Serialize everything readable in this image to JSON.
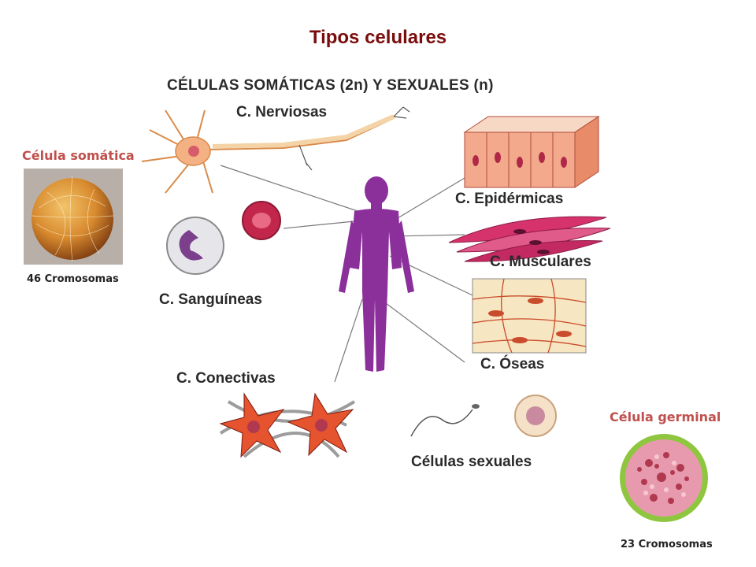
{
  "title": "Tipos celulares",
  "diagram": {
    "heading": "CÉLULAS SOMÁTICAS (2n)  Y SEXUALES  (n)",
    "labels": {
      "nerviosas": "C. Nerviosas",
      "epidermicas": "C. Epidérmicas",
      "musculares": "C. Musculares",
      "sanguineas": "C. Sanguíneas",
      "oseas": "C. Óseas",
      "conectivas": "C. Conectivas",
      "sexuales": "Células sexuales"
    }
  },
  "somatic": {
    "title": "Célula somática",
    "chromosomes": "46 Cromosomas"
  },
  "germinal": {
    "title": "Célula germinal",
    "chromosomes": "23 Cromosomas"
  },
  "colors": {
    "title": "#7a0c0c",
    "side_titles": "#c0504d",
    "human_figure": "#8b2f9b",
    "muscle": "#d6336c",
    "nerve": "#f4b183"
  }
}
